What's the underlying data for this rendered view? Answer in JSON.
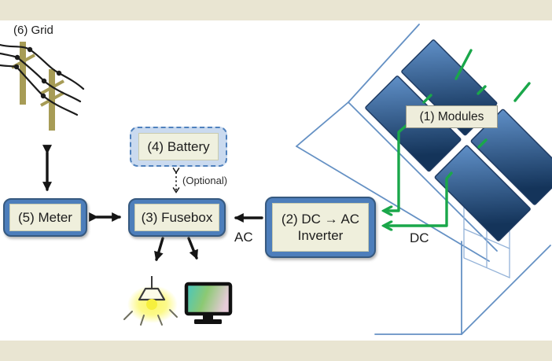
{
  "scene": {
    "background": "#ffffff",
    "frame_color": "#e9e5d2",
    "description_labels": {
      "grid": "(6) Grid",
      "modules": "(1) Modules",
      "inverter_line1": "(2) DC → AC",
      "inverter_line2": "Inverter",
      "fusebox": "(3) Fusebox",
      "battery": "(4) Battery",
      "optional": "(Optional)",
      "meter": "(5) Meter",
      "ac": "AC",
      "dc": "DC"
    },
    "colors": {
      "box_fill": "#4d7ebb",
      "box_border": "#36597f",
      "box_inner_fill": "#efefdc",
      "battery_fill": "#cadaef",
      "battery_border_dashed": "#4f81bd",
      "dc_wire_green": "#1aa74a",
      "ac_wire_black": "#151515",
      "solar_panel_light": "#6090c8",
      "solar_panel_dark": "#14345a",
      "house_outline": "#6591c4",
      "window_outline": "#93b2d8",
      "utility_pole": "#a79c56",
      "lamp_glow": "#fbf762",
      "monitor_screen_gradient": [
        "#45c6c2",
        "#8cc973",
        "#e7cbd9"
      ]
    },
    "icons": [
      "power-lines-icon",
      "lamp-icon",
      "monitor-icon",
      "house-icon",
      "solar-panel-icon"
    ]
  }
}
